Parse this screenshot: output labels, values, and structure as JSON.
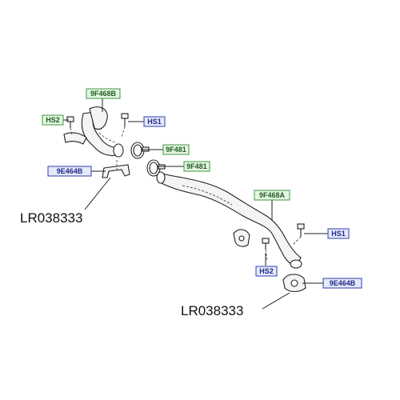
{
  "labels": {
    "hose_upper": "9F468B",
    "hose_lower": "9F468A",
    "clip_a": "9F481",
    "clip_b": "9F481",
    "bracket_upper": "9E464B",
    "bracket_lower": "9E464B",
    "bolt_hs1_upper": "HS1",
    "bolt_hs1_lower": "HS1",
    "bolt_hs2_upper": "HS2",
    "bolt_hs2_lower": "HS2"
  },
  "part_numbers": {
    "upper": "LR038333",
    "lower": "LR038333"
  },
  "colors": {
    "green_border": "#3a9a3a",
    "green_fill": "#e6f5e6",
    "green_text": "#1d5c1d",
    "blue_border": "#2f3fb0",
    "blue_fill": "#e6e9fa",
    "blue_text": "#1c2a8a",
    "line": "#222222",
    "part_fill": "#f4f4f4"
  }
}
